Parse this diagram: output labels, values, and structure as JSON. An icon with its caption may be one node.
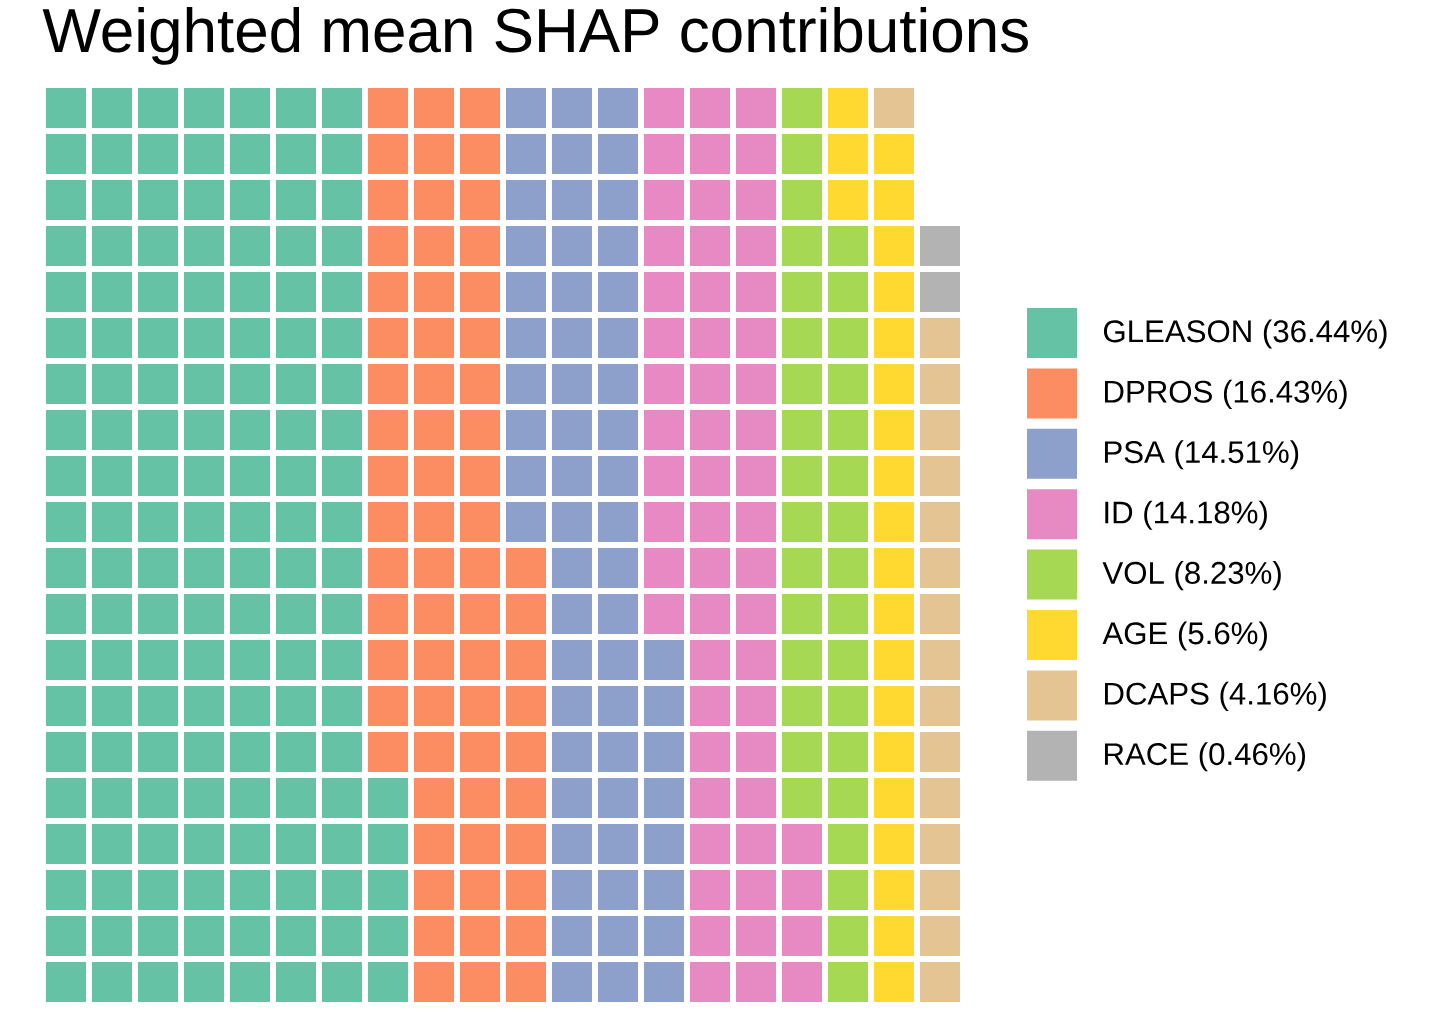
{
  "diagram": {
    "title": "Weighted mean SHAP contributions",
    "legend": [
      {
        "text": "GLEASON (36.44%)",
        "color": "#66c2a5"
      },
      {
        "text": "DPROS (16.43%)",
        "color": "#fc8d62"
      },
      {
        "text": "PSA (14.51%)",
        "color": "#8da0cb"
      },
      {
        "text": "ID (14.18%)",
        "color": "#e78ac3"
      },
      {
        "text": "VOL (8.23%)",
        "color": "#a6d854"
      },
      {
        "text": "AGE (5.6%)",
        "color": "#ffd92f"
      },
      {
        "text": "DCAPS (4.16%)",
        "color": "#e5c494"
      },
      {
        "text": "RACE (0.46%)",
        "color": "#b3b3b3"
      }
    ]
  }
}
